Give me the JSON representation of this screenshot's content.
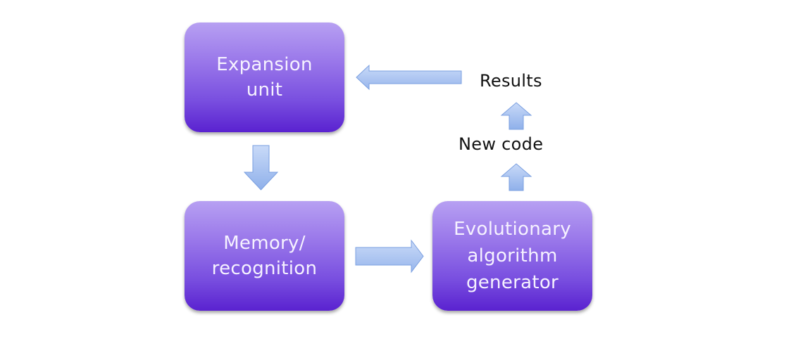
{
  "diagram": {
    "nodes": {
      "expansion_unit": {
        "label": "Expansion\nunit"
      },
      "memory_recognition": {
        "label": "Memory/\nrecognition"
      },
      "evolutionary_generator": {
        "label": "Evolutionary\nalgorithm\ngenerator"
      }
    },
    "labels": {
      "results": "Results",
      "new_code": "New code"
    },
    "edges": [
      {
        "from": "expansion_unit",
        "to": "memory_recognition",
        "direction": "down"
      },
      {
        "from": "memory_recognition",
        "to": "evolutionary_generator",
        "direction": "right"
      },
      {
        "from": "evolutionary_generator",
        "to": "new_code",
        "direction": "up"
      },
      {
        "from": "new_code",
        "to": "results",
        "direction": "up"
      },
      {
        "from": "results",
        "to": "expansion_unit",
        "direction": "left"
      }
    ],
    "colors": {
      "box_top": "#b7a0f2",
      "box_bottom": "#5a22d0",
      "box_text": "#f6f2ff",
      "arrow_fill_top": "#c6d7f7",
      "arrow_fill_bottom": "#93b2ea",
      "arrow_stroke": "#7a9fe0",
      "label_text": "#111111"
    }
  }
}
